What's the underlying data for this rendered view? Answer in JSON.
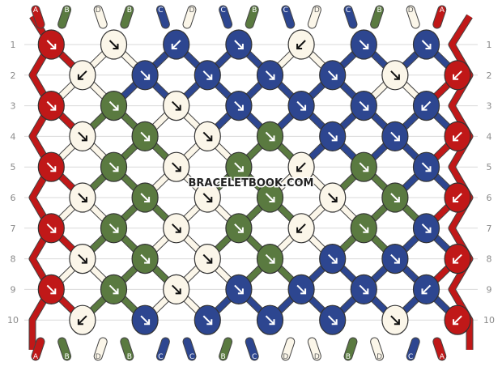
{
  "watermark": "BRACELETBOOK.COM",
  "colors": {
    "A": "#c01818",
    "B": "#5a7a40",
    "C": "#2d4690",
    "D": "#fbf6e9"
  },
  "strands_top": [
    "A",
    "B",
    "D",
    "B",
    "C",
    "D",
    "C",
    "B",
    "C",
    "D",
    "C",
    "B",
    "D",
    "A"
  ],
  "strands_bottom": [
    "A",
    "B",
    "D",
    "B",
    "C",
    "C",
    "B",
    "C",
    "D",
    "D",
    "B",
    "D",
    "C",
    "A"
  ],
  "row_labels": [
    "1",
    "2",
    "3",
    "4",
    "5",
    "6",
    "7",
    "8",
    "9",
    "10"
  ],
  "rows": [
    [
      [
        "A",
        "f"
      ],
      [
        "D",
        "f"
      ],
      [
        "C",
        "b"
      ],
      [
        "C",
        "f"
      ],
      [
        "D",
        "b"
      ],
      [
        "C",
        "f"
      ],
      [
        "C",
        "f"
      ]
    ],
    [
      [
        "D",
        "b"
      ],
      [
        "C",
        "f"
      ],
      [
        "C",
        "f"
      ],
      [
        "C",
        "f"
      ],
      [
        "C",
        "f"
      ],
      [
        "D",
        "f"
      ],
      [
        "A",
        "b"
      ]
    ],
    [
      [
        "A",
        "f"
      ],
      [
        "B",
        "f"
      ],
      [
        "D",
        "f"
      ],
      [
        "C",
        "f"
      ],
      [
        "C",
        "f"
      ],
      [
        "C",
        "f"
      ],
      [
        "C",
        "b"
      ]
    ],
    [
      [
        "D",
        "f"
      ],
      [
        "B",
        "f"
      ],
      [
        "D",
        "f"
      ],
      [
        "B",
        "f"
      ],
      [
        "C",
        "f"
      ],
      [
        "C",
        "f"
      ],
      [
        "A",
        "b"
      ]
    ],
    [
      [
        "A",
        "f"
      ],
      [
        "B",
        "f"
      ],
      [
        "D",
        "f"
      ],
      [
        "B",
        "f"
      ],
      [
        "D",
        "b"
      ],
      [
        "B",
        "f"
      ],
      [
        "C",
        "f"
      ]
    ],
    [
      [
        "D",
        "f"
      ],
      [
        "B",
        "f"
      ],
      [
        "D",
        "f"
      ],
      [
        "B",
        "f"
      ],
      [
        "D",
        "f"
      ],
      [
        "B",
        "f"
      ],
      [
        "A",
        "b"
      ]
    ],
    [
      [
        "A",
        "f"
      ],
      [
        "B",
        "f"
      ],
      [
        "D",
        "f"
      ],
      [
        "B",
        "f"
      ],
      [
        "D",
        "b"
      ],
      [
        "B",
        "f"
      ],
      [
        "C",
        "f"
      ]
    ],
    [
      [
        "D",
        "f"
      ],
      [
        "B",
        "f"
      ],
      [
        "D",
        "f"
      ],
      [
        "B",
        "f"
      ],
      [
        "C",
        "f"
      ],
      [
        "C",
        "f"
      ],
      [
        "A",
        "b"
      ]
    ],
    [
      [
        "A",
        "f"
      ],
      [
        "B",
        "f"
      ],
      [
        "D",
        "f"
      ],
      [
        "C",
        "f"
      ],
      [
        "C",
        "f"
      ],
      [
        "C",
        "f"
      ],
      [
        "C",
        "b"
      ]
    ],
    [
      [
        "D",
        "b"
      ],
      [
        "C",
        "f"
      ],
      [
        "C",
        "f"
      ],
      [
        "C",
        "f"
      ],
      [
        "C",
        "f"
      ],
      [
        "D",
        "f"
      ],
      [
        "A",
        "b"
      ]
    ]
  ]
}
